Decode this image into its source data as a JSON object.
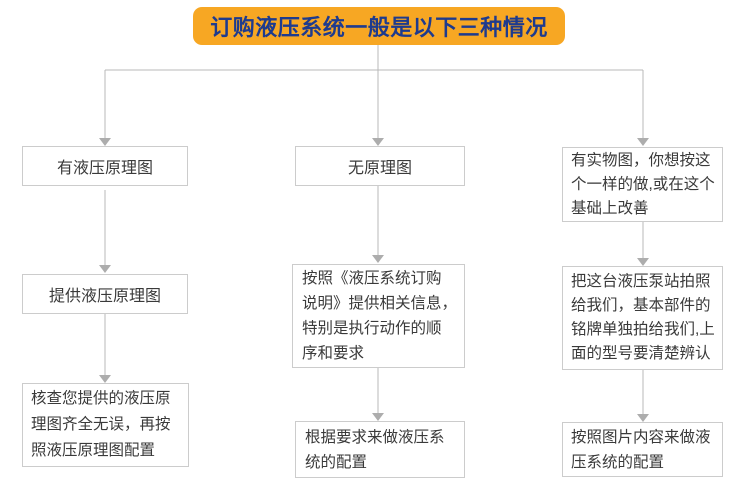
{
  "header": {
    "title": "订购液压系统一般是以下三种情况"
  },
  "colors": {
    "header_bg": "#F7A723",
    "header_text": "#1E3B8E",
    "box_border": "#CCCCCC",
    "connector_line": "#B9B9B9",
    "arrowhead": "#ADADAD",
    "box_text": "#3A3A3A"
  },
  "columns": [
    {
      "name": "has-hydraulic-schematic",
      "boxes": [
        {
          "text": "有液压原理图"
        },
        {
          "text": "提供液压原理图"
        },
        {
          "text": "核查您提供的液压原\n理图齐全无误，再按\n照液压原理图配置"
        }
      ]
    },
    {
      "name": "no-schematic",
      "boxes": [
        {
          "text": "无原理图"
        },
        {
          "text": "按照《液压系统订购\n说明》提供相关信息，\n特别是执行动作的顺\n序和要求"
        },
        {
          "text": "根据要求来做液压系\n统的配置"
        }
      ]
    },
    {
      "name": "has-physical-photo",
      "boxes": [
        {
          "text": "有实物图，你想按这\n个一样的做,或在这个\n基础上改善"
        },
        {
          "text": "把这台液压泵站拍照\n给我们，基本部件的\n铭牌单独拍给我们,上\n面的型号要清楚辨认"
        },
        {
          "text": "按照图片内容来做液\n压系统的配置"
        }
      ]
    }
  ]
}
